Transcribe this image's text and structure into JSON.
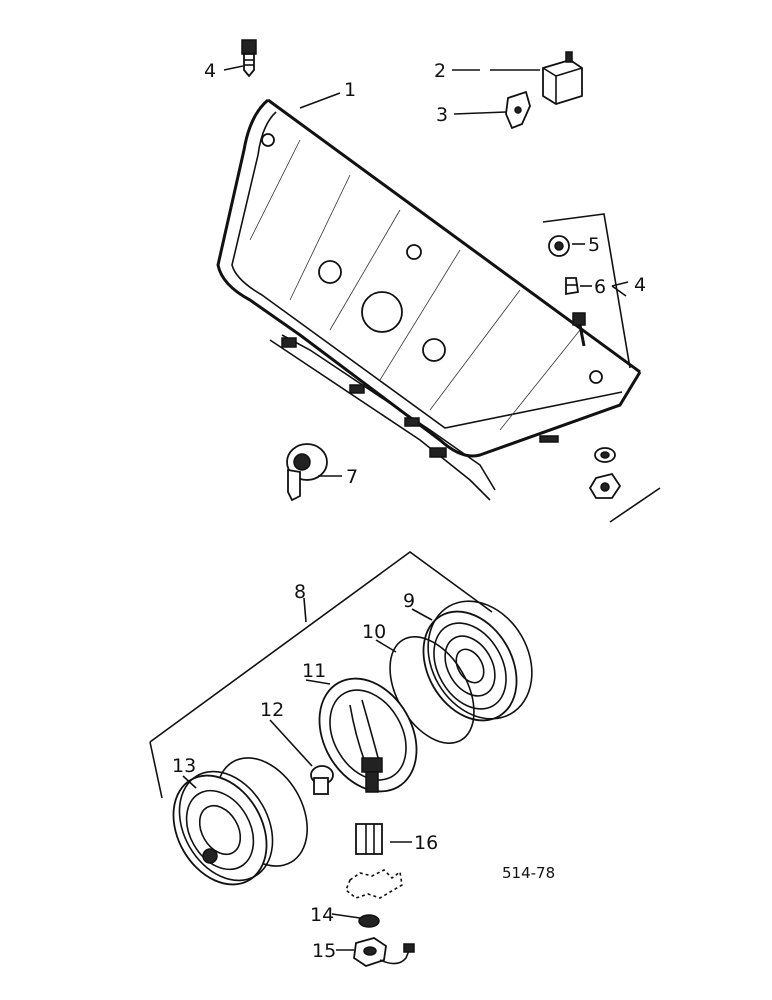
{
  "diagram": {
    "drawing_code": "514-78",
    "callouts": [
      {
        "id": "c1",
        "label": "1"
      },
      {
        "id": "c2",
        "label": "2"
      },
      {
        "id": "c3",
        "label": "3"
      },
      {
        "id": "c4a",
        "label": "4"
      },
      {
        "id": "c4b",
        "label": "4"
      },
      {
        "id": "c5",
        "label": "5"
      },
      {
        "id": "c6",
        "label": "6"
      },
      {
        "id": "c7",
        "label": "7"
      },
      {
        "id": "c8",
        "label": "8"
      },
      {
        "id": "c9",
        "label": "9"
      },
      {
        "id": "c10",
        "label": "10"
      },
      {
        "id": "c11",
        "label": "11"
      },
      {
        "id": "c12",
        "label": "12"
      },
      {
        "id": "c13",
        "label": "13"
      },
      {
        "id": "c14",
        "label": "14"
      },
      {
        "id": "c15",
        "label": "15"
      },
      {
        "id": "c16",
        "label": "16"
      }
    ]
  }
}
